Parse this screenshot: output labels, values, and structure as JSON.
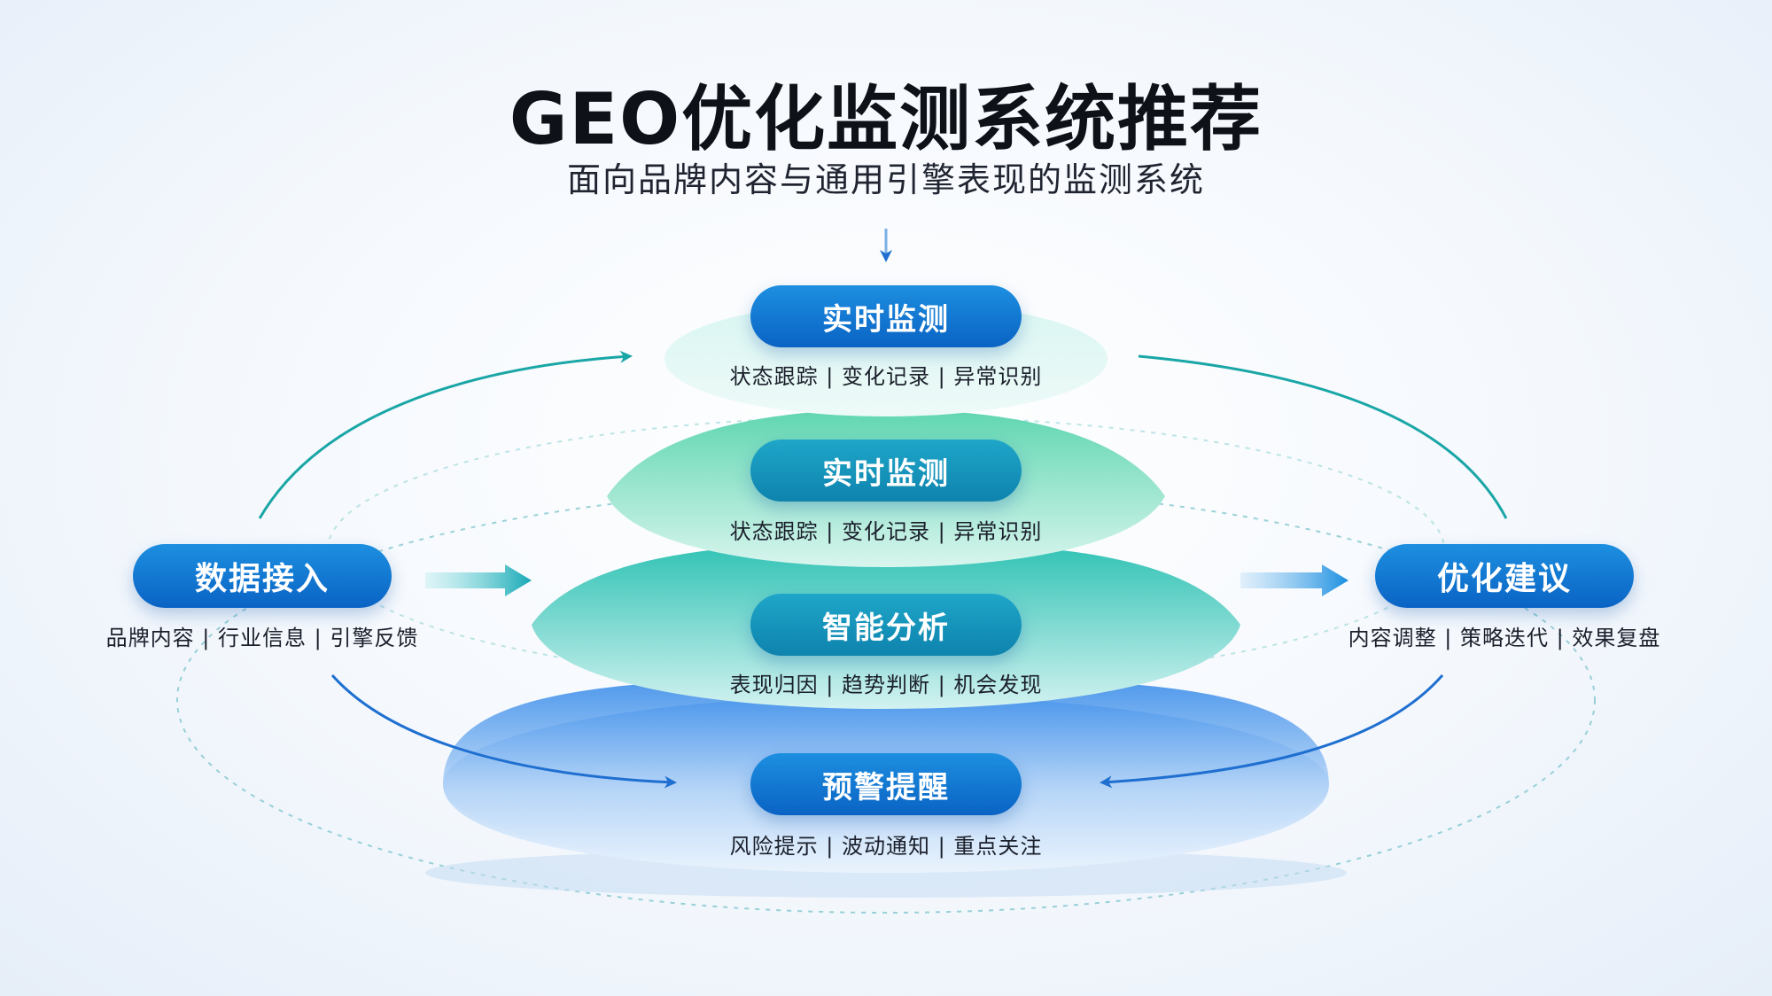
{
  "header": {
    "title": "GEO优化监测系统推荐",
    "subtitle": "面向品牌内容与通用引擎表现的监测系统"
  },
  "layers": [
    {
      "name": "实时监测",
      "desc": "状态跟踪 | 变化记录 | 异常识别"
    },
    {
      "name": "实时监测",
      "desc": "状态跟踪 | 变化记录 | 异常识别"
    },
    {
      "name": "智能分析",
      "desc": "表现归因 | 趋势判断 | 机会发现"
    },
    {
      "name": "预警提醒",
      "desc": "风险提示 | 波动通知 | 重点关注"
    }
  ],
  "left_node": {
    "name": "数据接入",
    "desc": "品牌内容 | 行业信息 | 引擎反馈"
  },
  "right_node": {
    "name": "优化建议",
    "desc": "内容调整 | 策略迭代 | 效果复盘"
  },
  "colors": {
    "pill_blue": "#0a63c4",
    "pill_teal": "#0e83ad",
    "arrow_teal": "#1aa6a6",
    "arrow_blue": "#1f6fd0"
  }
}
